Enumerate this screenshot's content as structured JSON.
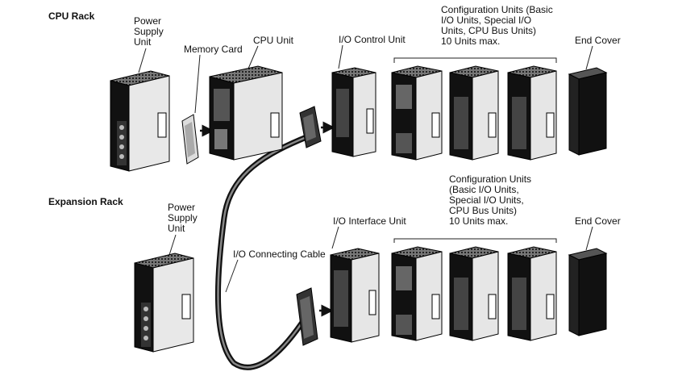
{
  "cpu_rack": {
    "title": "CPU Rack",
    "power_supply_label": "Power\nSupply\nUnit",
    "memory_card_label": "Memory Card",
    "cpu_unit_label": "CPU Unit",
    "io_control_label": "I/O Control Unit",
    "config_units_label": "Configuration Units (Basic\nI/O Units, Special I/O\nUnits, CPU Bus Units)\n10 Units max.",
    "end_cover_label": "End Cover"
  },
  "expansion_rack": {
    "title": "Expansion Rack",
    "power_supply_label": "Power\nSupply\nUnit",
    "io_interface_label": "I/O Interface Unit",
    "config_units_label": "Configuration Units\n(Basic I/O Units,\nSpecial I/O Units,\nCPU Bus Units)\n10 Units max.",
    "end_cover_label": "End Cover"
  },
  "cable_label": "I/O Connecting Cable"
}
